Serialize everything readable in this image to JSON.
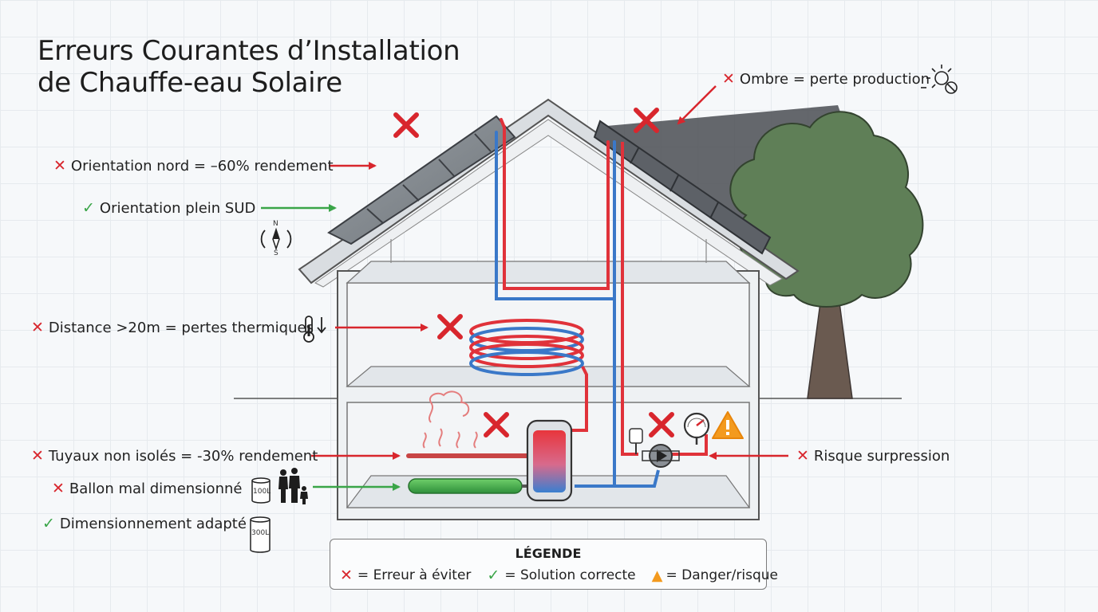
{
  "title": {
    "line1": "Erreurs Courantes d’Installation",
    "line2": "de Chauffe-eau Solaire"
  },
  "labels": {
    "shade": "Ombre = perte production",
    "north": "Orientation nord = –60% rendement",
    "south": "Orientation plein SUD",
    "distance": "Distance >20m = pertes thermiques",
    "pipes": "Tuyaux non isolés = -30% rendement",
    "tank_bad": "Ballon mal dimensionné",
    "tank_ok": "Dimensionnement adapté",
    "pressure": "Risque surpression"
  },
  "compass": {
    "north": "N",
    "south": "S"
  },
  "tanks": {
    "small": "100L",
    "large": "300L"
  },
  "legend": {
    "title": "LÉGENDE",
    "error": "= Erreur à éviter",
    "solution": "= Solution correcte",
    "danger": "= Danger/risque"
  },
  "colors": {
    "error": "#d8262d",
    "solution": "#3aa548",
    "danger": "#f39a1e",
    "hot_pipe": "#e0323a",
    "cold_pipe": "#3a78c8",
    "tree": "#5f7f57",
    "trunk": "#6a5a50"
  },
  "icons": [
    "cross-icon",
    "check-icon",
    "warning-icon",
    "compass-icon",
    "thermometer-icon",
    "sun-blocked-icon",
    "family-icon",
    "pressure-gauge-icon",
    "steam-icon"
  ]
}
